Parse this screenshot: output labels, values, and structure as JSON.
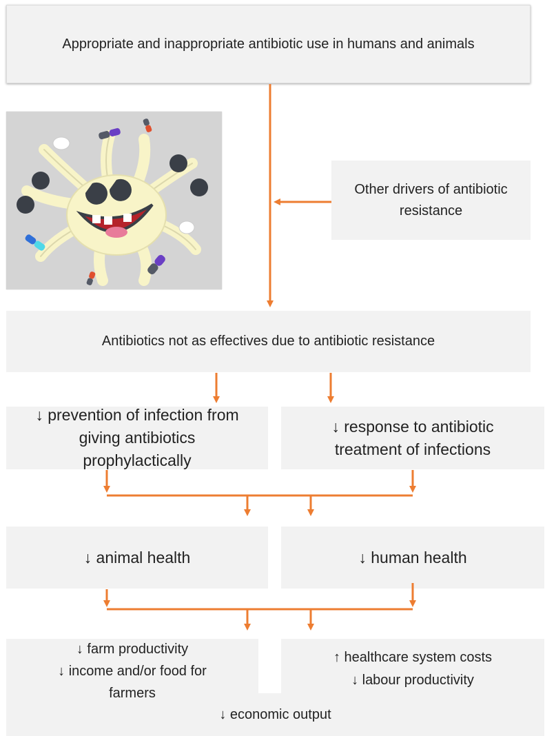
{
  "top_box": {
    "text": "Appropriate and inappropriate antibiotic use in humans and animals"
  },
  "drivers_box": {
    "lines": [
      "Other drivers of antibiotic",
      "resistance"
    ]
  },
  "resistance_box": {
    "text": "Antibiotics not as effectives due to antibiotic resistance"
  },
  "prevention_box": {
    "lines": [
      "↓ prevention of infection from",
      "giving antibiotics",
      "prophylactically"
    ]
  },
  "response_box": {
    "lines": [
      "↓ response to antibiotic",
      "treatment of infections"
    ]
  },
  "animal_health_box": {
    "text": "↓ animal health"
  },
  "human_health_box": {
    "text": "↓ human health"
  },
  "farm_box": {
    "lines": [
      "↓ farm productivity",
      "↓ income and/or food for",
      "farmers"
    ]
  },
  "healthcare_box": {
    "lines": [
      "↑ healthcare system costs",
      "↓ labour productivity"
    ]
  },
  "economic_box": {
    "text": "↓ economic output"
  },
  "illustration": {
    "icon": "cartoon-bacterium-with-pills-icon"
  },
  "colors": {
    "arrow": "#ed7d31",
    "box": "#f2f2f2",
    "text": "#222222"
  }
}
